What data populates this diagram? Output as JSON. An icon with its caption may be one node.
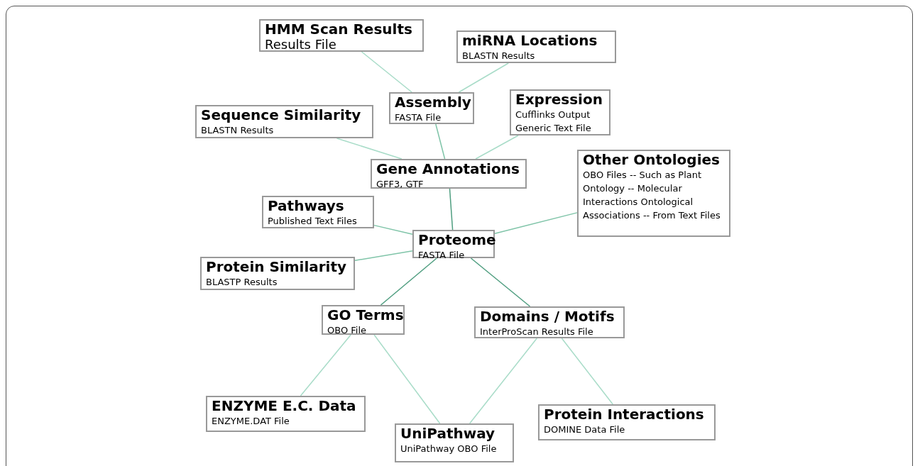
{
  "diagram": {
    "nodes": [
      {
        "text": [
          "HMM Scan Results",
          "Results File"
        ]
      },
      {
        "text": [
          "miRNA Locations",
          "BLASTN Results"
        ]
      },
      {
        "text": [
          "Assembly",
          "FASTA File"
        ]
      },
      {
        "text": [
          "Expression",
          "Cufflinks Output Generic Text File"
        ]
      },
      {
        "text": [
          "Sequence Similarity",
          "BLASTN Results"
        ]
      },
      {
        "text": [
          "Gene Annotations",
          "GFF3, GTF"
        ]
      },
      {
        "text": [
          "Other Ontologies",
          "OBO Files -- Such as Plant Ontology -- Molecular Interactions Ontological Associations -- From Text Files"
        ]
      },
      {
        "text": [
          "Pathways",
          "Published Text Files"
        ]
      },
      {
        "text": [
          "Proteome",
          "FASTA File"
        ]
      },
      {
        "text": [
          "Protein Similarity",
          "BLASTP Results"
        ]
      },
      {
        "text": [
          "GO Terms",
          "OBO File"
        ]
      },
      {
        "text": [
          "Domains / Motifs",
          "InterProScan Results File"
        ]
      },
      {
        "text": [
          "ENZYME E.C. Data",
          "ENZYME.DAT File"
        ]
      },
      {
        "text": [
          "UniPathway",
          "UniPathway OBO File"
        ]
      },
      {
        "text": [
          "Protein Interactions",
          "DOMINE Data File"
        ]
      }
    ],
    "edges": [
      {
        "from": 0,
        "to": 2,
        "arrow": "none"
      },
      {
        "from": 1,
        "to": 2,
        "arrow": "none"
      },
      {
        "from": 2,
        "to": 5,
        "arrow": "none",
        "color": "#7fc4a8"
      },
      {
        "from": 4,
        "to": 5,
        "arrow": "none"
      },
      {
        "from": 3,
        "to": 5,
        "arrow": "none"
      },
      {
        "from": 5,
        "to": 8,
        "arrow": "none",
        "color": "#4f9e80"
      },
      {
        "from": 7,
        "to": 8,
        "arrow": "none",
        "color": "#7fc4a8"
      },
      {
        "from": 6,
        "to": 8,
        "arrow": "none",
        "color": "#7fc4a8"
      },
      {
        "from": 9,
        "to": 8,
        "arrow": "none",
        "color": "#7fc4a8"
      },
      {
        "from": 8,
        "to": 10,
        "arrow": "none",
        "color": "#4f9e80"
      },
      {
        "from": 8,
        "to": 11,
        "arrow": "none",
        "color": "#4f9e80"
      },
      {
        "from": 10,
        "to": 12,
        "arrow": "none"
      },
      {
        "from": 10,
        "to": 13,
        "arrow": "none"
      },
      {
        "from": 11,
        "to": 13,
        "arrow": "none"
      },
      {
        "from": 11,
        "to": 14,
        "arrow": "none"
      }
    ]
  }
}
